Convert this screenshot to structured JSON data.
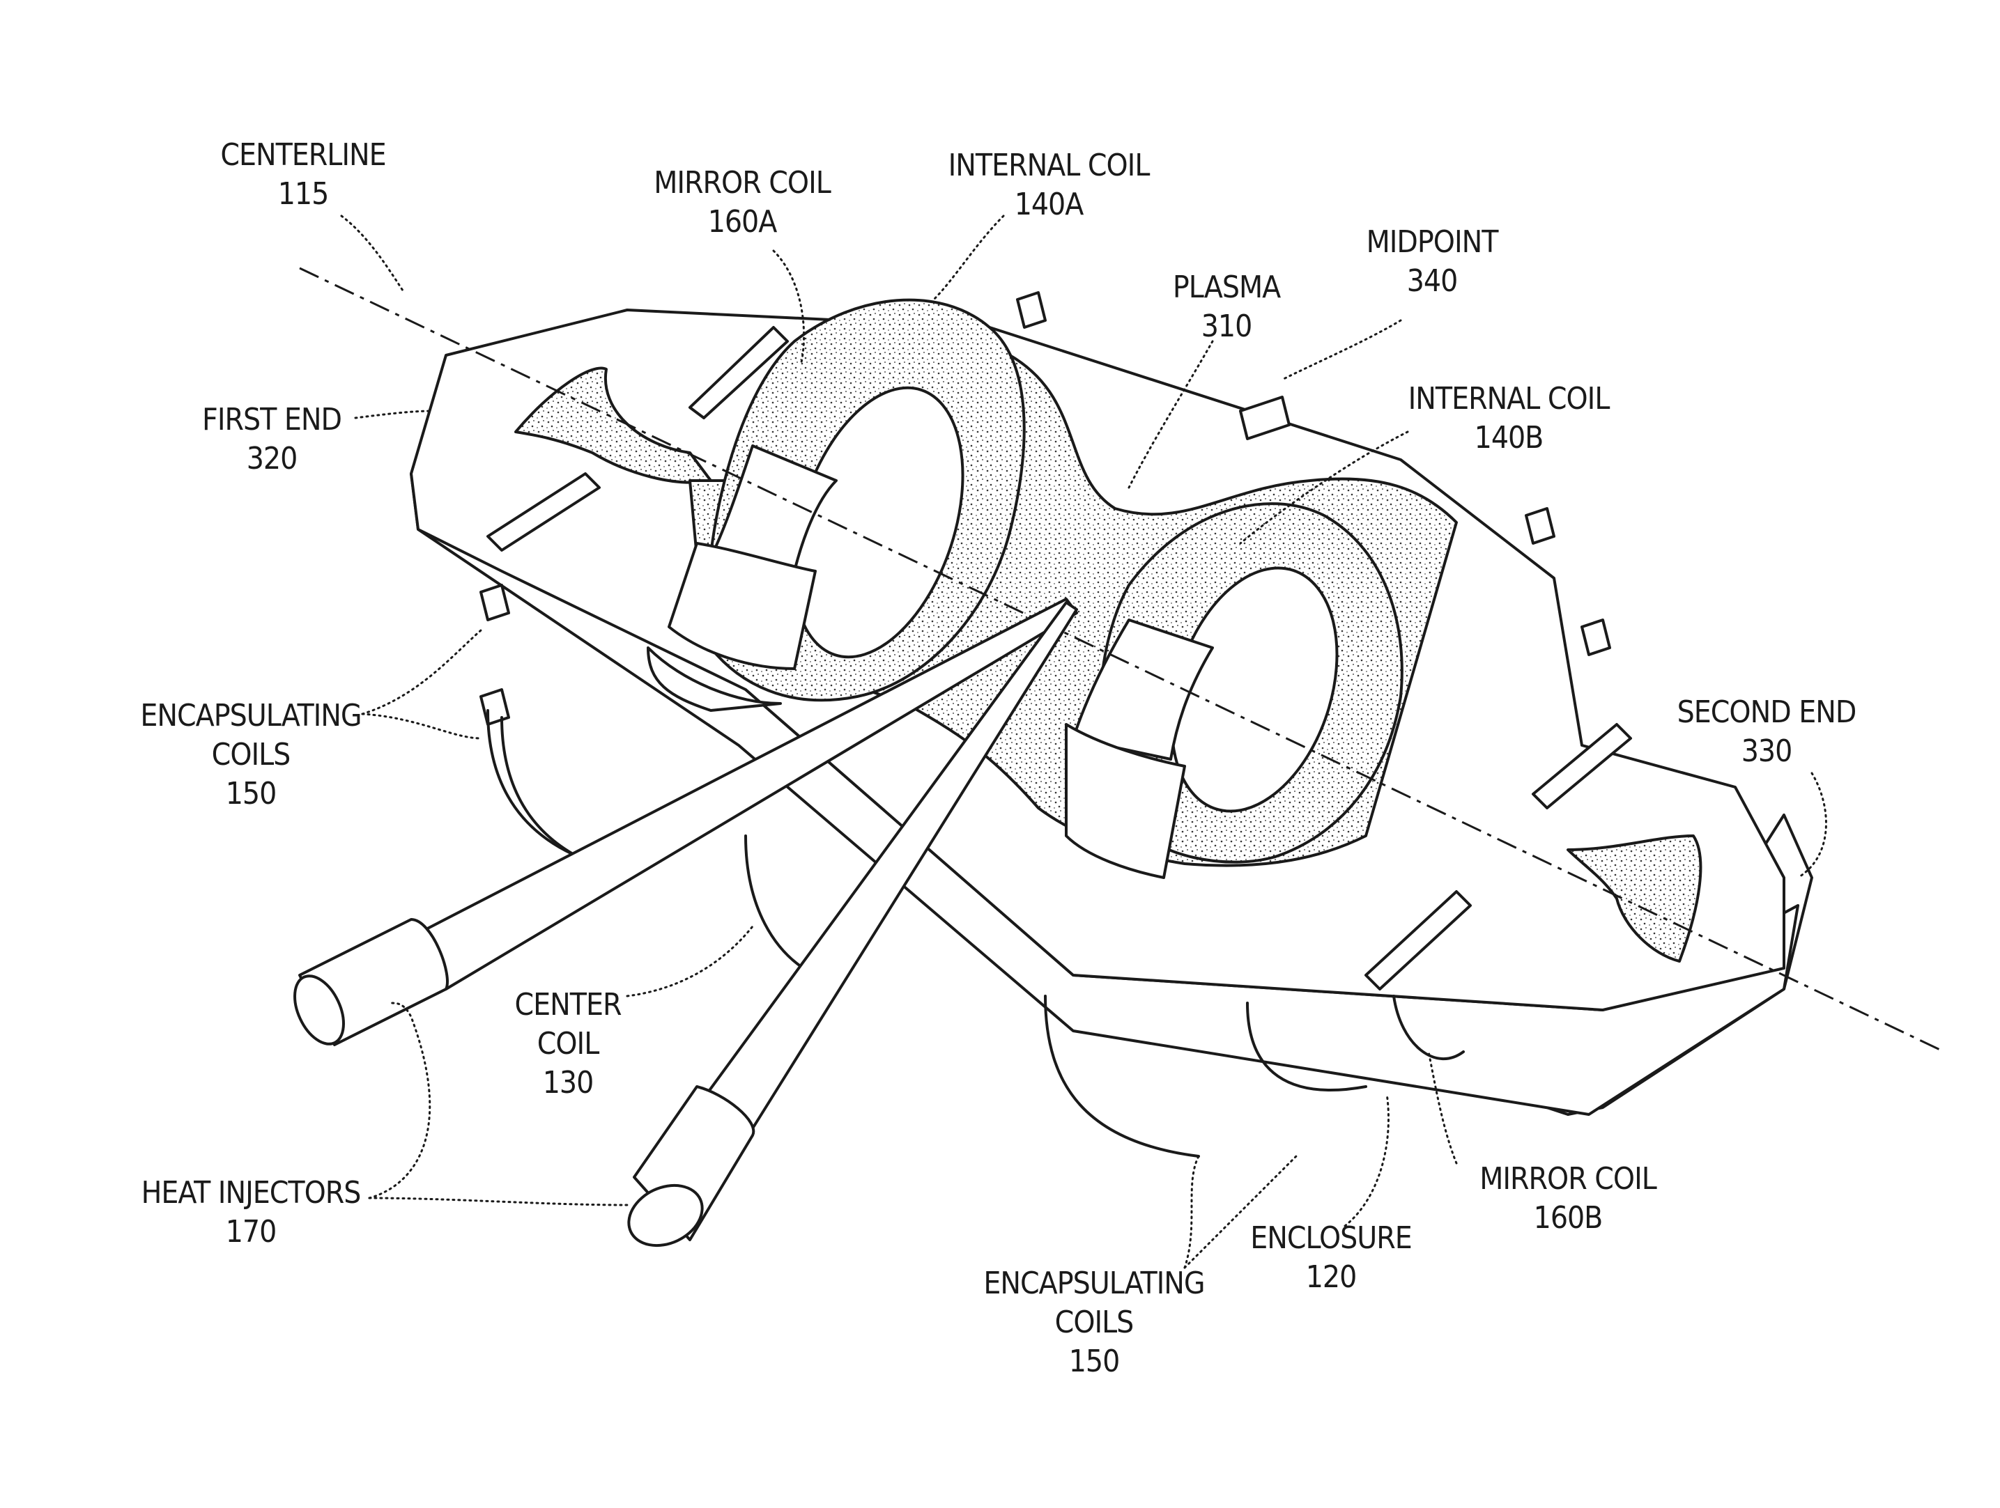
{
  "labels": {
    "centerline": {
      "name": "CENTERLINE",
      "ref": "115"
    },
    "mirror_coil_a": {
      "name": "MIRROR COIL",
      "ref": "160A"
    },
    "internal_coil_a": {
      "name": "INTERNAL COIL",
      "ref": "140A"
    },
    "plasma": {
      "name": "PLASMA",
      "ref": "310"
    },
    "midpoint": {
      "name": "MIDPOINT",
      "ref": "340"
    },
    "internal_coil_b": {
      "name": "INTERNAL COIL",
      "ref": "140B"
    },
    "first_end": {
      "name": "FIRST END",
      "ref": "320"
    },
    "second_end": {
      "name": "SECOND END",
      "ref": "330"
    },
    "encapsulating_coils_left": {
      "line1": "ENCAPSULATING",
      "line2": "COILS",
      "ref": "150"
    },
    "center_coil": {
      "line1": "CENTER",
      "line2": "COIL",
      "ref": "130"
    },
    "heat_injectors": {
      "name": "HEAT INJECTORS",
      "ref": "170"
    },
    "encapsulating_coils_bottom": {
      "line1": "ENCAPSULATING",
      "line2": "COILS",
      "ref": "150"
    },
    "enclosure": {
      "name": "ENCLOSURE",
      "ref": "120"
    },
    "mirror_coil_b": {
      "name": "MIRROR COIL",
      "ref": "160B"
    }
  },
  "colors": {
    "ink": "#1a1a1a",
    "background": "#ffffff"
  }
}
